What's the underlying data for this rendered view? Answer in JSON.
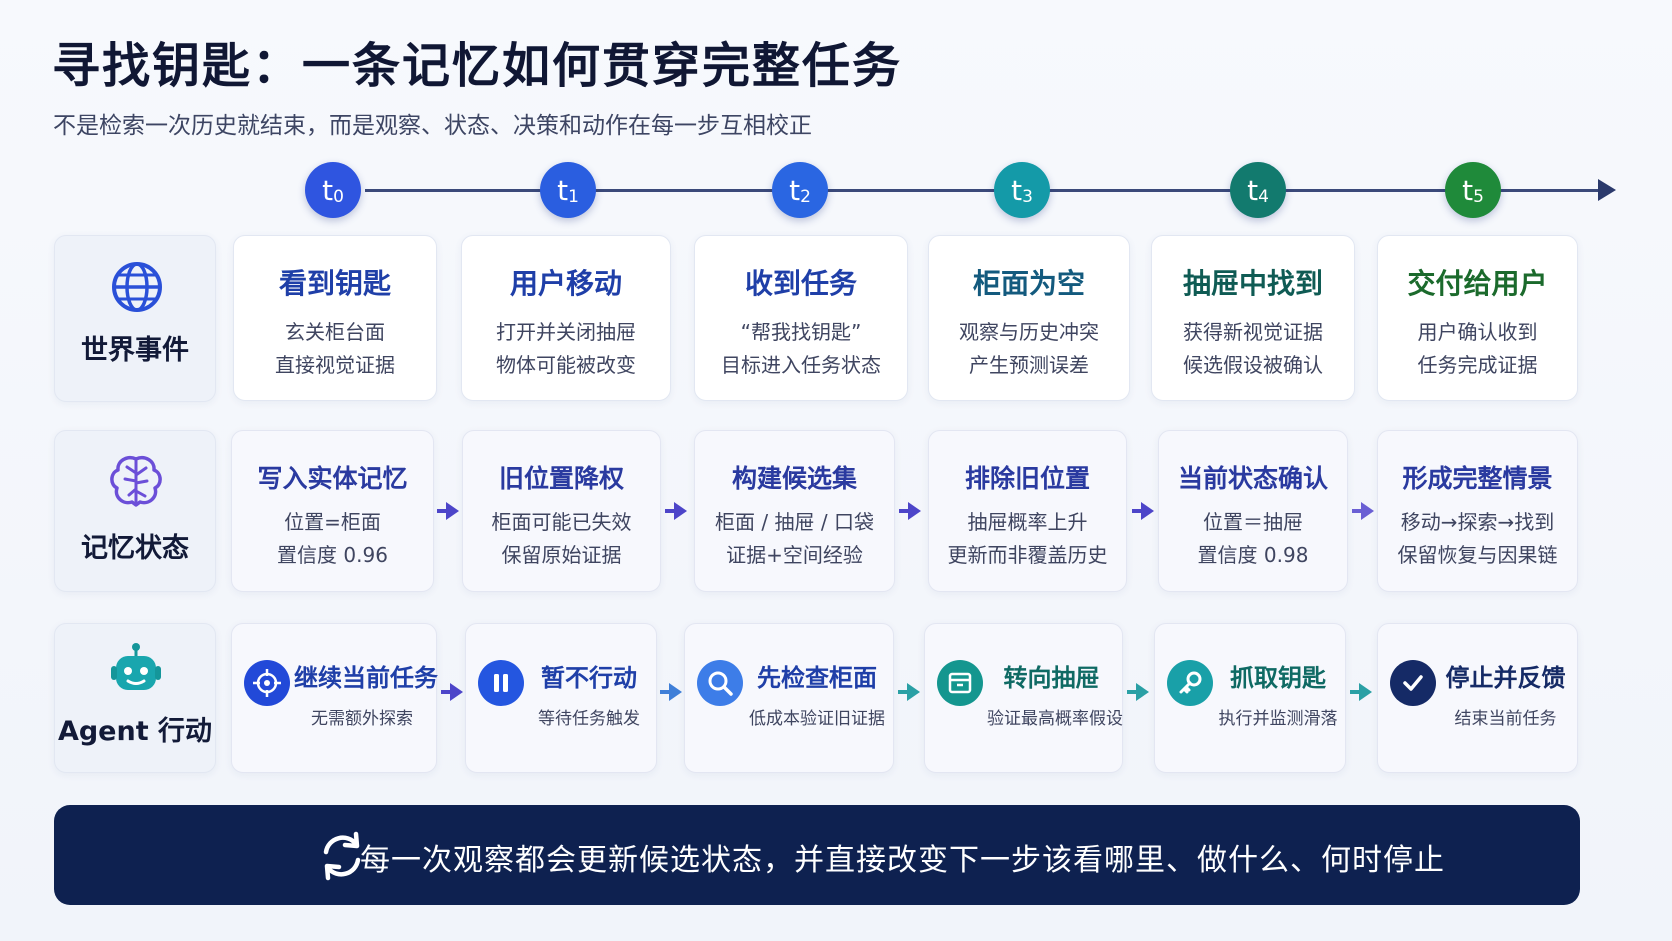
{
  "title": "寻找钥匙：一条记忆如何贯穿完整任务",
  "subtitle": "不是检索一次历史就结束，而是观察、状态、决策和动作在每一步互相校正",
  "timeline": [
    {
      "base": "t",
      "sub": "0",
      "color": "#2f55e0"
    },
    {
      "base": "t",
      "sub": "1",
      "color": "#2a5ee0"
    },
    {
      "base": "t",
      "sub": "2",
      "color": "#2a66e2"
    },
    {
      "base": "t",
      "sub": "3",
      "color": "#149aa8"
    },
    {
      "base": "t",
      "sub": "4",
      "color": "#127a6e"
    },
    {
      "base": "t",
      "sub": "5",
      "color": "#1f8a3a"
    }
  ],
  "rows": {
    "world": {
      "label": "世界事件",
      "icon": "globe-icon"
    },
    "memory": {
      "label": "记忆状态",
      "icon": "brain-icon"
    },
    "action": {
      "label": "Agent 行动",
      "icon": "robot-icon"
    }
  },
  "events": [
    {
      "title": "看到钥匙",
      "line1": "玄关柜台面",
      "line2": "直接视觉证据",
      "color": "#1f3fa8"
    },
    {
      "title": "用户移动",
      "line1": "打开并关闭抽屉",
      "line2": "物体可能被改变",
      "color": "#1f3fa8"
    },
    {
      "title": "收到任务",
      "line1": "“帮我找钥匙”",
      "line2": "目标进入任务状态",
      "color": "#1f3fa8"
    },
    {
      "title": "柜面为空",
      "line1": "观察与历史冲突",
      "line2": "产生预测误差",
      "color": "#135a7e"
    },
    {
      "title": "抽屉中找到",
      "line1": "获得新视觉证据",
      "line2": "候选假设被确认",
      "color": "#0f5b54"
    },
    {
      "title": "交付给用户",
      "line1": "用户确认收到",
      "line2": "任务完成证据",
      "color": "#1b6a2c"
    }
  ],
  "memory": [
    {
      "title": "写入实体记忆",
      "line1": "位置=柜面",
      "line2": "置信度 0.96"
    },
    {
      "title": "旧位置降权",
      "line1": "柜面可能已失效",
      "line2": "保留原始证据"
    },
    {
      "title": "构建候选集",
      "line1": "柜面 / 抽屉 / 口袋",
      "line2": "证据+空间经验"
    },
    {
      "title": "排除旧位置",
      "line1": "抽屉概率上升",
      "line2": "更新而非覆盖历史"
    },
    {
      "title": "当前状态确认",
      "line1": "位置＝抽屉",
      "line2": "置信度 0.98"
    },
    {
      "title": "形成完整情景",
      "line1": "移动→探索→找到",
      "line2": "保留恢复与因果链"
    }
  ],
  "actions": [
    {
      "title": "继续当前任务",
      "sub": "无需额外探索",
      "icon": "crosshair-icon",
      "color": "#2249d8"
    },
    {
      "title": "暂不行动",
      "sub": "等待任务触发",
      "icon": "pause-icon",
      "color": "#2456e0"
    },
    {
      "title": "先检查柜面",
      "sub": "低成本验证旧证据",
      "icon": "search-icon",
      "color": "#3d7de8"
    },
    {
      "title": "转向抽屉",
      "sub": "验证最高概率假设",
      "icon": "drawer-icon",
      "color": "#14968f"
    },
    {
      "title": "抓取钥匙",
      "sub": "执行并监测滑落",
      "icon": "key-icon",
      "color": "#19a0a8"
    },
    {
      "title": "停止并反馈",
      "sub": "结束当前任务",
      "icon": "check-icon",
      "color": "#152a66"
    }
  ],
  "banner": {
    "text": "每一次观察都会更新候选状态，并直接改变下一步该看哪里、做什么、何时停止",
    "icon": "refresh-icon"
  }
}
